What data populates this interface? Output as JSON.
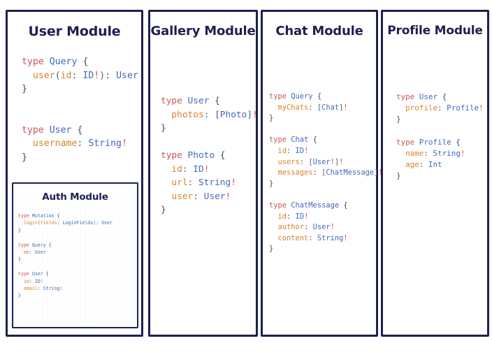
{
  "document": {
    "background_color": "#ffffff",
    "border_color": "#1e2050",
    "title_color": "#1e2050",
    "palette": {
      "keyword": "#c9555e",
      "type_name": "#4169b8",
      "field_name": "#d9822b",
      "bang": "#d9533f",
      "punctuation": "#5a6070",
      "brace": "#444a58"
    }
  },
  "panels": [
    {
      "id": "user",
      "title": "User Module",
      "code_lines": [
        [
          {
            "t": "type ",
            "c": "kw"
          },
          {
            "t": "Query",
            "c": "tn"
          },
          {
            "t": " {",
            "c": "br"
          }
        ],
        [
          {
            "t": "  ",
            "c": "pu"
          },
          {
            "t": "user",
            "c": "fn"
          },
          {
            "t": "(",
            "c": "pu"
          },
          {
            "t": "id",
            "c": "fn"
          },
          {
            "t": ": ",
            "c": "pu"
          },
          {
            "t": "ID",
            "c": "tn"
          },
          {
            "t": "!",
            "c": "bang"
          },
          {
            "t": ")",
            "c": "pu"
          },
          {
            "t": ": ",
            "c": "pu"
          },
          {
            "t": "User",
            "c": "tn"
          }
        ],
        [
          {
            "t": "}",
            "c": "br"
          }
        ],
        [],
        [],
        [
          {
            "t": "type ",
            "c": "kw"
          },
          {
            "t": "User",
            "c": "tn"
          },
          {
            "t": " {",
            "c": "br"
          }
        ],
        [
          {
            "t": "  ",
            "c": "pu"
          },
          {
            "t": "username",
            "c": "fn"
          },
          {
            "t": ": ",
            "c": "pu"
          },
          {
            "t": "String",
            "c": "tn"
          },
          {
            "t": "!",
            "c": "bang"
          }
        ],
        [
          {
            "t": "}",
            "c": "br"
          }
        ]
      ],
      "nested": {
        "id": "auth",
        "title": "Auth Module",
        "code_lines": [
          [
            {
              "t": "type ",
              "c": "kw"
            },
            {
              "t": "Mutation",
              "c": "tn"
            },
            {
              "t": " {",
              "c": "br"
            }
          ],
          [
            {
              "t": "  ",
              "c": "pu"
            },
            {
              "t": "login",
              "c": "fn"
            },
            {
              "t": "(",
              "c": "pu"
            },
            {
              "t": "fields",
              "c": "fn"
            },
            {
              "t": ": ",
              "c": "pu"
            },
            {
              "t": "LoginFields",
              "c": "tn"
            },
            {
              "t": ")",
              "c": "pu"
            },
            {
              "t": ": ",
              "c": "pu"
            },
            {
              "t": "User",
              "c": "tn"
            }
          ],
          [
            {
              "t": "}",
              "c": "br"
            }
          ],
          [],
          [
            {
              "t": "type ",
              "c": "kw"
            },
            {
              "t": "Query",
              "c": "tn"
            },
            {
              "t": " {",
              "c": "br"
            }
          ],
          [
            {
              "t": "  ",
              "c": "pu"
            },
            {
              "t": "me",
              "c": "fn"
            },
            {
              "t": ": ",
              "c": "pu"
            },
            {
              "t": "User",
              "c": "tn"
            }
          ],
          [
            {
              "t": "}",
              "c": "br"
            }
          ],
          [],
          [
            {
              "t": "type ",
              "c": "kw"
            },
            {
              "t": "User",
              "c": "tn"
            },
            {
              "t": " {",
              "c": "br"
            }
          ],
          [
            {
              "t": "  ",
              "c": "pu"
            },
            {
              "t": "id",
              "c": "fn"
            },
            {
              "t": ": ",
              "c": "pu"
            },
            {
              "t": "ID",
              "c": "tn"
            },
            {
              "t": "!",
              "c": "bang"
            }
          ],
          [
            {
              "t": "  ",
              "c": "pu"
            },
            {
              "t": "email",
              "c": "fn"
            },
            {
              "t": ": ",
              "c": "pu"
            },
            {
              "t": "String",
              "c": "tn"
            },
            {
              "t": "!",
              "c": "bang"
            }
          ],
          [
            {
              "t": "}",
              "c": "br"
            }
          ]
        ]
      }
    },
    {
      "id": "gallery",
      "title": "Gallery Module",
      "code_lines": [
        [
          {
            "t": "type ",
            "c": "kw"
          },
          {
            "t": "User",
            "c": "tn"
          },
          {
            "t": " {",
            "c": "br"
          }
        ],
        [
          {
            "t": "  ",
            "c": "pu"
          },
          {
            "t": "photos",
            "c": "fn"
          },
          {
            "t": ": ",
            "c": "pu"
          },
          {
            "t": "[",
            "c": "pu"
          },
          {
            "t": "Photo",
            "c": "tn"
          },
          {
            "t": "]",
            "c": "pu"
          },
          {
            "t": "!",
            "c": "bang"
          }
        ],
        [
          {
            "t": "}",
            "c": "br"
          }
        ],
        [],
        [
          {
            "t": "type ",
            "c": "kw"
          },
          {
            "t": "Photo",
            "c": "tn"
          },
          {
            "t": " {",
            "c": "br"
          }
        ],
        [
          {
            "t": "  ",
            "c": "pu"
          },
          {
            "t": "id",
            "c": "fn"
          },
          {
            "t": ": ",
            "c": "pu"
          },
          {
            "t": "ID",
            "c": "tn"
          },
          {
            "t": "!",
            "c": "bang"
          }
        ],
        [
          {
            "t": "  ",
            "c": "pu"
          },
          {
            "t": "url",
            "c": "fn"
          },
          {
            "t": ": ",
            "c": "pu"
          },
          {
            "t": "String",
            "c": "tn"
          },
          {
            "t": "!",
            "c": "bang"
          }
        ],
        [
          {
            "t": "  ",
            "c": "pu"
          },
          {
            "t": "user",
            "c": "fn"
          },
          {
            "t": ": ",
            "c": "pu"
          },
          {
            "t": "User",
            "c": "tn"
          },
          {
            "t": "!",
            "c": "bang"
          }
        ],
        [
          {
            "t": "}",
            "c": "br"
          }
        ]
      ]
    },
    {
      "id": "chat",
      "title": "Chat Module",
      "code_lines": [
        [
          {
            "t": "type ",
            "c": "kw"
          },
          {
            "t": "Query",
            "c": "tn"
          },
          {
            "t": " {",
            "c": "br"
          }
        ],
        [
          {
            "t": "  ",
            "c": "pu"
          },
          {
            "t": "myChats",
            "c": "fn"
          },
          {
            "t": ": ",
            "c": "pu"
          },
          {
            "t": "[",
            "c": "pu"
          },
          {
            "t": "Chat",
            "c": "tn"
          },
          {
            "t": "]",
            "c": "pu"
          },
          {
            "t": "!",
            "c": "bang"
          }
        ],
        [
          {
            "t": "}",
            "c": "br"
          }
        ],
        [],
        [
          {
            "t": "type ",
            "c": "kw"
          },
          {
            "t": "Chat",
            "c": "tn"
          },
          {
            "t": " {",
            "c": "br"
          }
        ],
        [
          {
            "t": "  ",
            "c": "pu"
          },
          {
            "t": "id",
            "c": "fn"
          },
          {
            "t": ": ",
            "c": "pu"
          },
          {
            "t": "ID",
            "c": "tn"
          },
          {
            "t": "!",
            "c": "bang"
          }
        ],
        [
          {
            "t": "  ",
            "c": "pu"
          },
          {
            "t": "users",
            "c": "fn"
          },
          {
            "t": ": ",
            "c": "pu"
          },
          {
            "t": "[",
            "c": "pu"
          },
          {
            "t": "User",
            "c": "tn"
          },
          {
            "t": "!",
            "c": "bang"
          },
          {
            "t": "]",
            "c": "pu"
          },
          {
            "t": "!",
            "c": "bang"
          }
        ],
        [
          {
            "t": "  ",
            "c": "pu"
          },
          {
            "t": "messages",
            "c": "fn"
          },
          {
            "t": ": ",
            "c": "pu"
          },
          {
            "t": "[",
            "c": "pu"
          },
          {
            "t": "ChatMessage",
            "c": "tn"
          },
          {
            "t": "]",
            "c": "pu"
          },
          {
            "t": "!",
            "c": "bang"
          }
        ],
        [
          {
            "t": "}",
            "c": "br"
          }
        ],
        [],
        [
          {
            "t": "type ",
            "c": "kw"
          },
          {
            "t": "ChatMessage",
            "c": "tn"
          },
          {
            "t": " {",
            "c": "br"
          }
        ],
        [
          {
            "t": "  ",
            "c": "pu"
          },
          {
            "t": "id",
            "c": "fn"
          },
          {
            "t": ": ",
            "c": "pu"
          },
          {
            "t": "ID",
            "c": "tn"
          },
          {
            "t": "!",
            "c": "bang"
          }
        ],
        [
          {
            "t": "  ",
            "c": "pu"
          },
          {
            "t": "author",
            "c": "fn"
          },
          {
            "t": ": ",
            "c": "pu"
          },
          {
            "t": "User",
            "c": "tn"
          },
          {
            "t": "!",
            "c": "bang"
          }
        ],
        [
          {
            "t": "  ",
            "c": "pu"
          },
          {
            "t": "content",
            "c": "fn"
          },
          {
            "t": ": ",
            "c": "pu"
          },
          {
            "t": "String",
            "c": "tn"
          },
          {
            "t": "!",
            "c": "bang"
          }
        ],
        [
          {
            "t": "}",
            "c": "br"
          }
        ]
      ]
    },
    {
      "id": "profile",
      "title": "Profile Module",
      "code_lines": [
        [
          {
            "t": "type ",
            "c": "kw"
          },
          {
            "t": "User",
            "c": "tn"
          },
          {
            "t": " {",
            "c": "br"
          }
        ],
        [
          {
            "t": "  ",
            "c": "pu"
          },
          {
            "t": "profile",
            "c": "fn"
          },
          {
            "t": ": ",
            "c": "pu"
          },
          {
            "t": "Profile",
            "c": "tn"
          },
          {
            "t": "!",
            "c": "bang"
          }
        ],
        [
          {
            "t": "}",
            "c": "br"
          }
        ],
        [],
        [
          {
            "t": "type ",
            "c": "kw"
          },
          {
            "t": "Profile",
            "c": "tn"
          },
          {
            "t": " {",
            "c": "br"
          }
        ],
        [
          {
            "t": "  ",
            "c": "pu"
          },
          {
            "t": "name",
            "c": "fn"
          },
          {
            "t": ": ",
            "c": "pu"
          },
          {
            "t": "String",
            "c": "tn"
          },
          {
            "t": "!",
            "c": "bang"
          }
        ],
        [
          {
            "t": "  ",
            "c": "pu"
          },
          {
            "t": "age",
            "c": "fn"
          },
          {
            "t": ": ",
            "c": "pu"
          },
          {
            "t": "Int",
            "c": "tn"
          }
        ],
        [
          {
            "t": "}",
            "c": "br"
          }
        ]
      ]
    }
  ]
}
